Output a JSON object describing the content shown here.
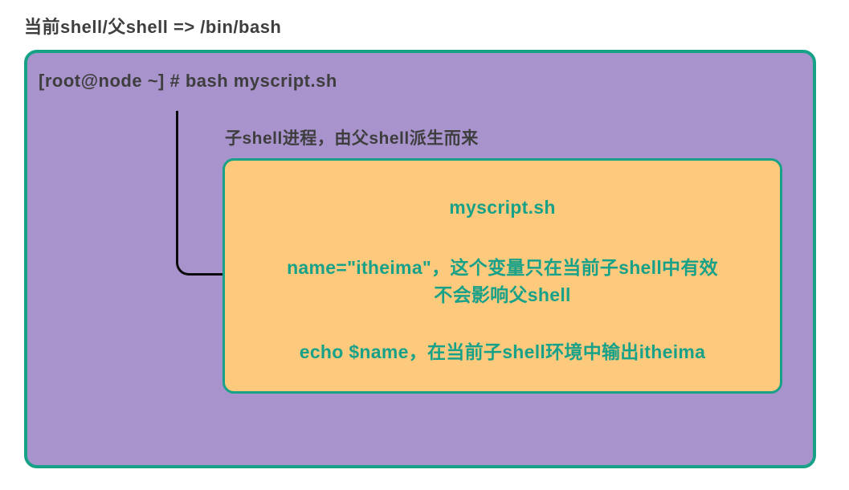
{
  "page": {
    "title": "当前shell/父shell => /bin/bash"
  },
  "parent_shell": {
    "prompt_line": "[root@node ~] # bash myscript.sh",
    "child_note": "子shell进程，由父shell派生而来"
  },
  "child_shell": {
    "script_name": "myscript.sh",
    "line1": "name=\"itheima\"，这个变量只在当前子shell中有效",
    "line2": "不会影响父shell",
    "line3": "echo $name，在当前子shell环境中输出itheima"
  },
  "colors": {
    "parent_box_fill": "#a893cc",
    "child_box_fill": "#fdca7d",
    "box_border_teal": "#17a287",
    "teal_text": "#18a189",
    "dark_text": "#3e3e3e",
    "connector_line": "#0b0b0b",
    "background": "#ffffff"
  }
}
